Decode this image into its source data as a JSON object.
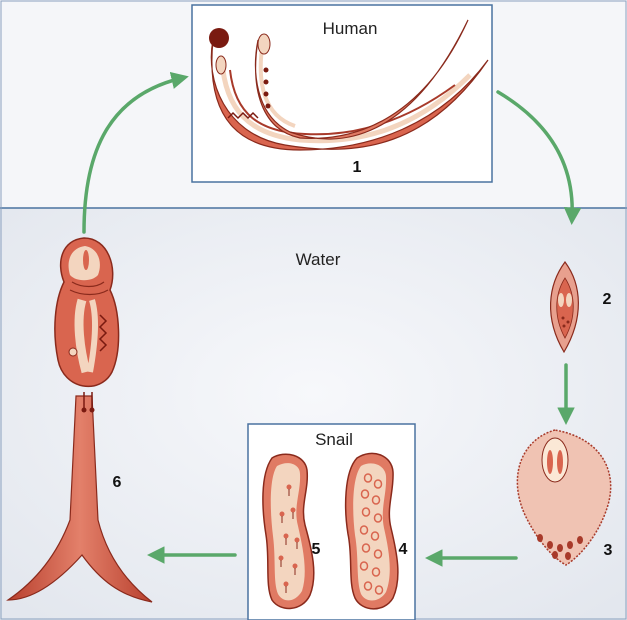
{
  "diagram": {
    "regions": {
      "human": "Human",
      "water": "Water",
      "snail": "Snail"
    },
    "stages": {
      "s1": "1",
      "s2": "2",
      "s3": "3",
      "s4": "4",
      "s5": "5",
      "s6": "6"
    },
    "colors": {
      "arrow": "#5aa86a",
      "border": "#4a72a0",
      "body": "#d9654f",
      "body_light": "#f3d5bf",
      "water_bg": "#e8ecf2"
    }
  }
}
